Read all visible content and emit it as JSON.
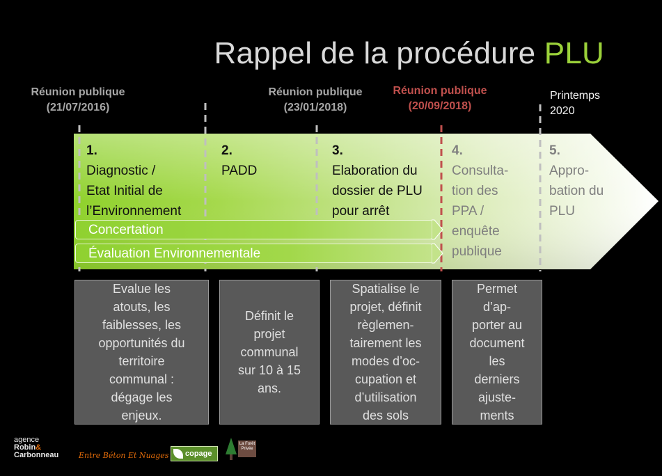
{
  "title": {
    "main": "Rappel de la procédure",
    "accent": "PLU"
  },
  "meetings": [
    {
      "label": "Réunion publique",
      "date": "(21/07/2016)"
    },
    {
      "label": "Réunion publique",
      "date": "(23/01/2018)"
    },
    {
      "label": "Réunion publique",
      "date": "(20/09/2018)"
    },
    {
      "label": "Printemps",
      "date": "2020"
    }
  ],
  "steps": [
    {
      "num": "1.",
      "lines": [
        "Diagnostic /",
        "Etat Initial de",
        "l’Environnement"
      ]
    },
    {
      "num": "2.",
      "lines": [
        "PADD"
      ]
    },
    {
      "num": "3.",
      "lines": [
        "Elaboration du",
        "dossier de PLU",
        "pour arrêt"
      ]
    },
    {
      "num": "4.",
      "lines": [
        "Consulta-",
        "tion des",
        "PPA /",
        "enquête",
        "publique"
      ]
    },
    {
      "num": "5.",
      "lines": [
        "Appro-",
        "bation du",
        "PLU"
      ]
    }
  ],
  "bands": {
    "concertation": "Concertation",
    "evaluation": "Évaluation Environnementale"
  },
  "descriptions": [
    [
      "Evalue les",
      "atouts, les",
      "faiblesses, les",
      "opportunités du",
      "territoire",
      "communal :",
      "dégage les",
      "enjeux."
    ],
    [
      "Définit le",
      "projet",
      "communal",
      "sur 10 à 15",
      "ans."
    ],
    [
      "Spatialise le",
      "projet, définit",
      "règlemen-",
      "tairement les",
      "modes d’oc-",
      "cupation et",
      "d’utilisation",
      "des sols"
    ],
    [
      "Permet",
      "d’ap-",
      "porter au",
      "document",
      "les",
      "derniers",
      "ajuste-",
      "ments"
    ]
  ],
  "logos": {
    "agence": [
      "agence",
      "Robin",
      "&",
      "Carbonneau"
    ],
    "entre": "Entre Béton Et Nuages",
    "copage": "copage",
    "foret": "La Forêt Privée"
  },
  "colors": {
    "accent": "#9bd13a",
    "red_marker": "#c0504d",
    "box": "#595959"
  }
}
